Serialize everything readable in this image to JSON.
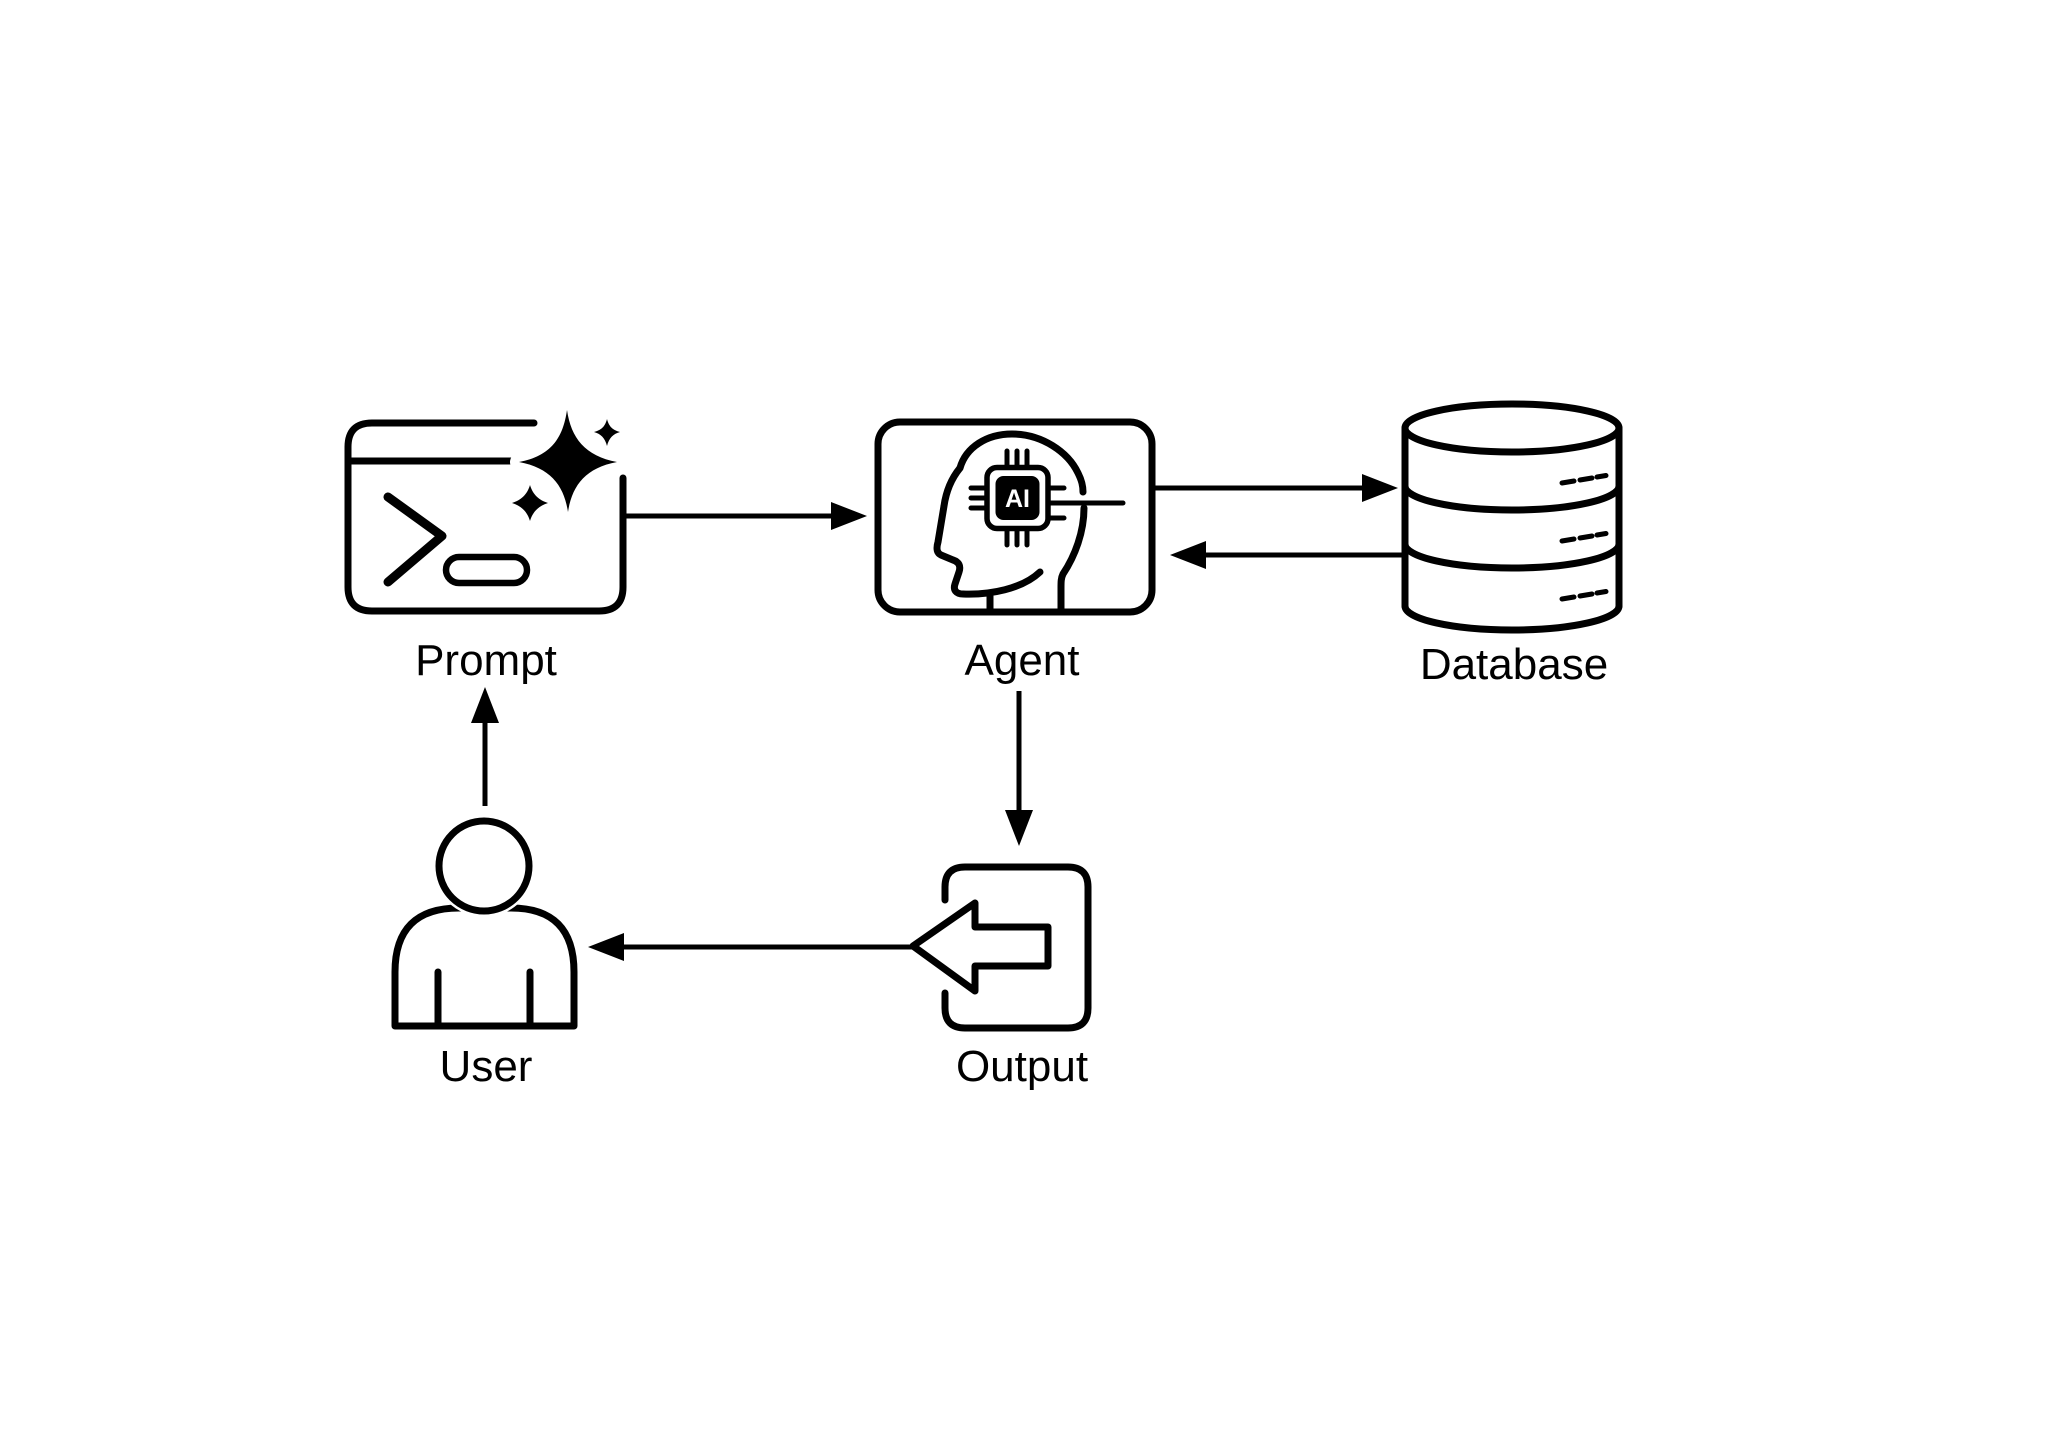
{
  "colors": {
    "background": "#ffffff",
    "stroke": "#000000",
    "chip_fill": "#000000",
    "chip_text_color": "#ffffff"
  },
  "nodes": {
    "prompt": {
      "label": "Prompt",
      "icon": "terminal-sparkle-icon"
    },
    "agent": {
      "label": "Agent",
      "icon": "ai-head-chip-icon",
      "chip_text": "AI"
    },
    "database": {
      "label": "Database",
      "icon": "database-cylinder-icon"
    },
    "output": {
      "label": "Output",
      "icon": "export-arrow-icon"
    },
    "user": {
      "label": "User",
      "icon": "person-icon"
    }
  },
  "edges": [
    {
      "from": "Prompt",
      "to": "Agent"
    },
    {
      "from": "Agent",
      "to": "Database"
    },
    {
      "from": "Database",
      "to": "Agent"
    },
    {
      "from": "Agent",
      "to": "Output"
    },
    {
      "from": "Output",
      "to": "User"
    },
    {
      "from": "User",
      "to": "Prompt"
    }
  ]
}
